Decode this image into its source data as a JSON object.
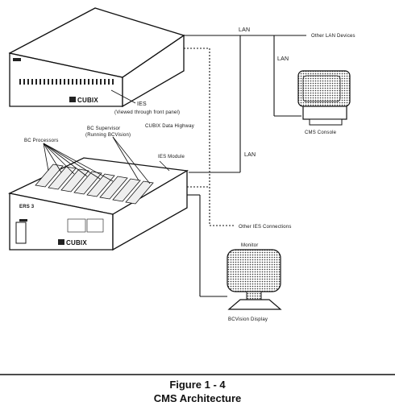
{
  "labels": {
    "lan_top": "LAN",
    "other_lan_devices": "Other LAN Devices",
    "lan_right": "LAN",
    "cms_console": "CMS Console",
    "ies": "IES",
    "ies_viewed": "(Viewed through front panel)",
    "cubix_data_highway": "CUBIX Data Highway",
    "bc_supervisor": "BC Supervisor",
    "bc_supervisor_sub": "(Running BCVision)",
    "bc_processors": "BC Processors",
    "ies_module": "IES Module",
    "lan_mid": "LAN",
    "other_ies_connections": "Other IES Connections",
    "monitor": "Monitor",
    "bcvision_display": "BCVision Display"
  },
  "devices": {
    "top_brand": "CUBIX",
    "bottom_brand": "CUBIX",
    "bottom_model": "ERS 3"
  },
  "caption": {
    "figure": "Figure 1 - 4",
    "title": "CMS Architecture"
  }
}
